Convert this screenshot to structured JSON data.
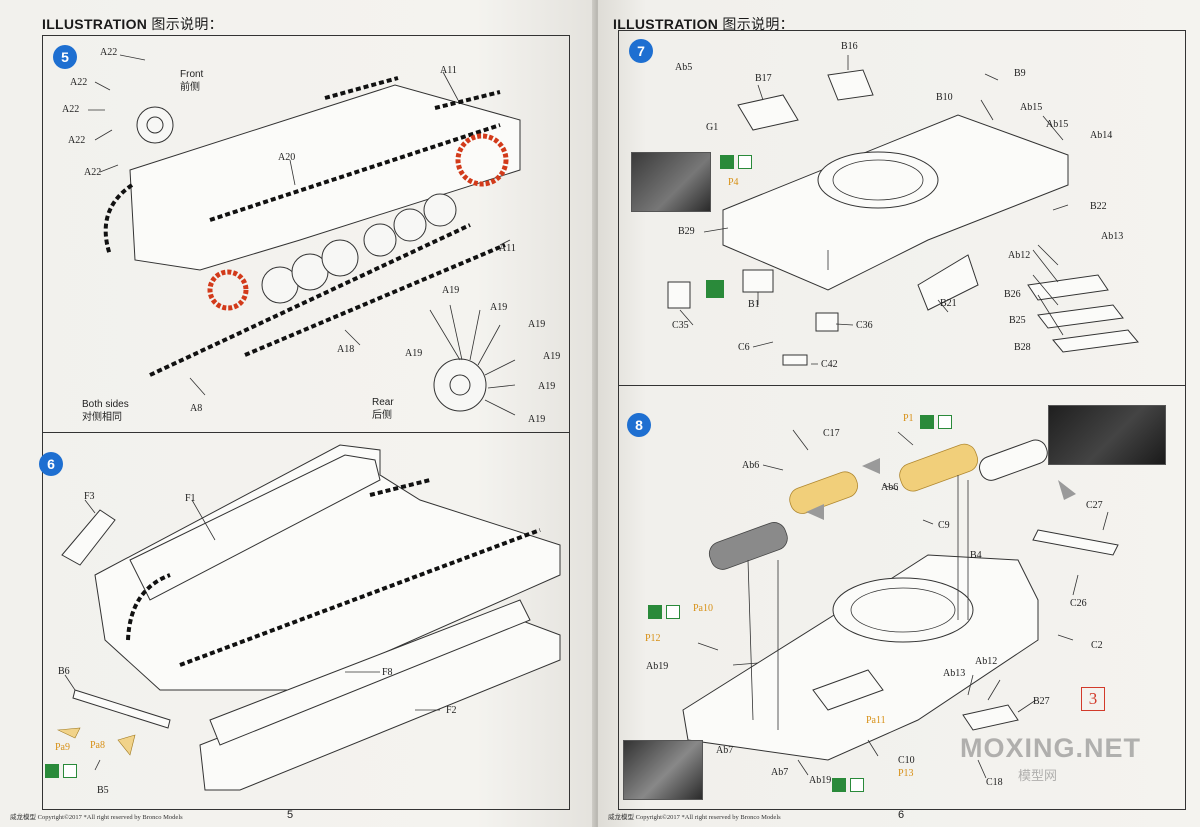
{
  "left_page": {
    "header": {
      "title": "ILLUSTRATION",
      "title_zh": "图示说明："
    },
    "page_number": "5",
    "footer": "威龙模型  Copyright©2017  *All right reserved by Bronco Models",
    "steps": [
      {
        "number": "5",
        "labels": {
          "a22": "A22",
          "a11": "A11",
          "a20": "A20",
          "a19": "A19",
          "a18": "A18",
          "a8": "A8"
        },
        "notes": {
          "front": "Front",
          "front_zh": "前侧",
          "both_sides": "Both sides",
          "both_sides_zh": "对侧相同",
          "rear": "Rear",
          "rear_zh": "后侧"
        }
      },
      {
        "number": "6",
        "labels": {
          "f3": "F3",
          "f1": "F1",
          "b6": "B6",
          "f8": "F8",
          "f2": "F2",
          "b5": "B5",
          "pa9": "Pa9",
          "pa8": "Pa8"
        }
      }
    ]
  },
  "right_page": {
    "header": {
      "title": "ILLUSTRATION",
      "title_zh": "图示说明："
    },
    "page_number": "6",
    "footer": "威龙模型  Copyright©2017  *All right reserved by Bronco Models",
    "steps": [
      {
        "number": "7",
        "labels": {
          "b16": "B16",
          "ab5": "Ab5",
          "b17": "B17",
          "b9": "B9",
          "b10": "B10",
          "ab15a": "Ab15",
          "ab15b": "Ab15",
          "ab14": "Ab14",
          "g1": "G1",
          "p4": "P4",
          "b22": "B22",
          "b29": "B29",
          "ab13": "Ab13",
          "ab12": "Ab12",
          "b26": "B26",
          "b25": "B25",
          "b28": "B28",
          "b21": "B21",
          "b1": "B1",
          "c35": "C35",
          "c36": "C36",
          "c6": "C6",
          "c42": "C42"
        }
      },
      {
        "number": "8",
        "labels": {
          "c17": "C17",
          "p1": "P1",
          "ab6a": "Ab6",
          "ab6b": "Ab6",
          "c9": "C9",
          "c27": "C27",
          "b4": "B4",
          "c26": "C26",
          "c2": "C2",
          "pa10": "Pa10",
          "p12": "P12",
          "ab19a": "Ab19",
          "ab13": "Ab13",
          "ab12": "Ab12",
          "b27": "B27",
          "pa11": "Pa11",
          "ab7a": "Ab7",
          "ab7b": "Ab7",
          "c10": "C10",
          "c18": "C18",
          "ab19b": "Ab19",
          "p13": "P13"
        },
        "badge": "3"
      }
    ],
    "watermark": {
      "text": "MOXING.NET",
      "text_zh": "模型网"
    }
  },
  "colors": {
    "step_badge": "#1e6fd1",
    "photo_etch_label": "#d79016",
    "highlight_part": "#d23a1a",
    "glue_icon": "#2a8a3a"
  },
  "icons": [
    "glue-icon",
    "cement-icon",
    "photo-etch-icon"
  ]
}
